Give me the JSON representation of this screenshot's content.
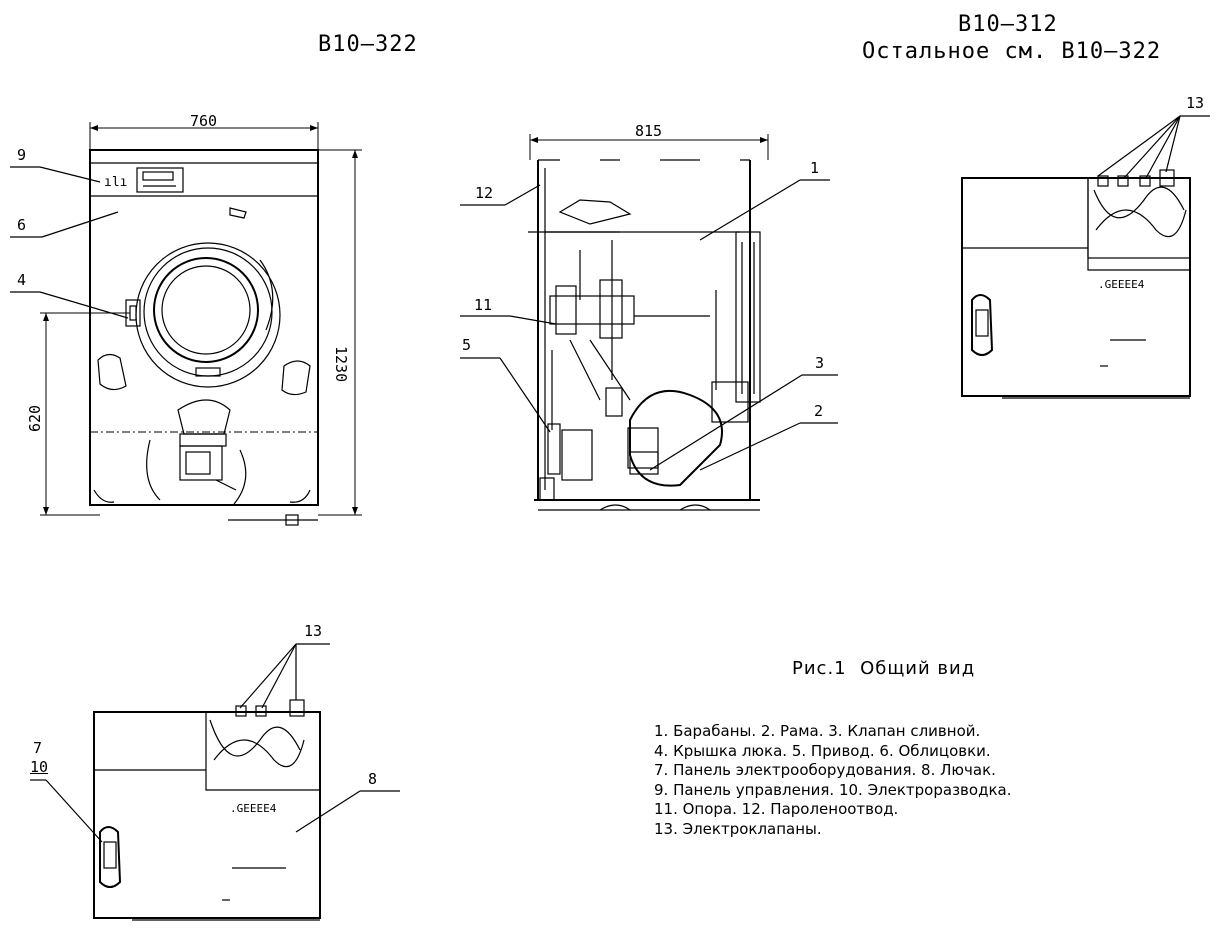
{
  "titles": {
    "left": "В10–322",
    "right_line1": "В10–312",
    "right_line2": "Остальное см. В10–322"
  },
  "dimensions": {
    "width_front": "760",
    "width_side": "815",
    "height": "1230",
    "height_door": "620"
  },
  "callouts": {
    "c1": "1",
    "c2": "2",
    "c3": "3",
    "c4": "4",
    "c5": "5",
    "c6": "6",
    "c7": "7",
    "c8": "8",
    "c9": "9",
    "c10": "10",
    "c11": "11",
    "c12": "12",
    "c13a": "13",
    "c13b": "13"
  },
  "caption": "Рис.1  Общий вид",
  "legend": [
    "1. Барабаны.  2. Рама.  3. Клапан сливной.",
    "4. Крышка люка.  5. Привод. 6. Облицовки.",
    "7. Панель электрооборудования. 8. Лючак.",
    "9. Панель управления. 10. Электроразводка.",
    "11. Опора. 12. Пароленоотвод.",
    "13. Электроклапаны."
  ]
}
